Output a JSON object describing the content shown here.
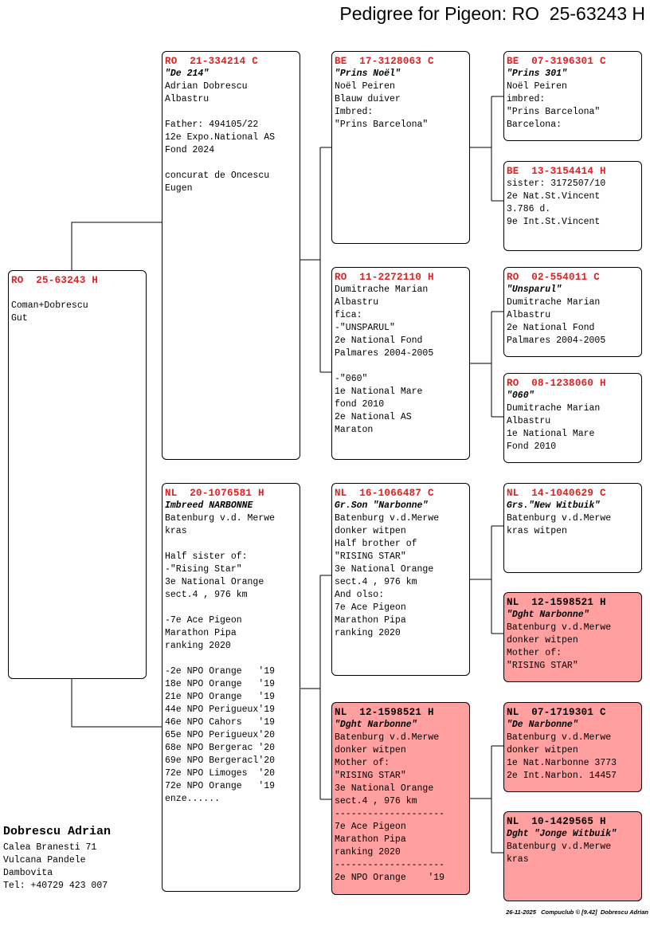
{
  "header": {
    "title": "Pedigree for Pigeon: RO  25-63243 H"
  },
  "birds": {
    "subject": {
      "ring": "RO  25-63243 H",
      "name": "",
      "lines": [
        "",
        "Coman+Dobrescu",
        "Gut"
      ]
    },
    "sire": {
      "ring": "RO  21-334214 C",
      "name": "\"De 214\"",
      "lines": [
        "Adrian Dobrescu",
        "Albastru",
        "",
        "Father: 494105/22",
        "12e Expo.National AS",
        "Fond 2024",
        "",
        "concurat de Oncescu",
        "Eugen"
      ]
    },
    "dam": {
      "ring": "NL  20-1076581 H",
      "name": "Imbreed NARBONNE",
      "lines": [
        "Batenburg v.d. Merwe",
        "kras",
        "",
        "Half sister of:",
        "-\"Rising Star\"",
        "3e National Orange",
        "sect.4 , 976 km",
        "",
        "-7e Ace Pigeon",
        "Marathon Pipa",
        "ranking 2020",
        "",
        "-2e NPO Orange   '19",
        "18e NPO Orange   '19",
        "21e NPO Orange   '19",
        "44e NPO Perigueux'19",
        "46e NPO Cahors   '19",
        "65e NPO Perigueux'20",
        "68e NPO Bergerac '20",
        "69e NPO Bergeracl'20",
        "72e NPO Limoges  '20",
        "72e NPO Orange   '19",
        "enze......"
      ]
    },
    "ss": {
      "ring": "BE  17-3128063 C",
      "name": "\"Prins Noël\"",
      "lines": [
        "Noël Peiren",
        "Blauw duiver",
        "Imbred:",
        "\"Prins Barcelona\""
      ]
    },
    "sd": {
      "ring": "RO  11-2272110 H",
      "name": "",
      "lines": [
        "Dumitrache Marian",
        "Albastru",
        "fica:",
        "-\"UNSPARUL\"",
        "2e National Fond",
        "Palmares 2004-2005",
        "",
        "-\"060\"",
        "1e National Mare",
        "fond 2010",
        "2e National AS",
        "Maraton"
      ]
    },
    "ds": {
      "ring": "NL  16-1066487 C",
      "name": "Gr.Son \"Narbonne\"",
      "lines": [
        "Batenburg v.d.Merwe",
        "donker witpen",
        "Half brother of",
        "\"RISING STAR\"",
        "3e National Orange",
        "sect.4 , 976 km",
        "And olso:",
        "7e Ace Pigeon",
        "Marathon Pipa",
        "ranking 2020"
      ]
    },
    "dd": {
      "ring": "NL  12-1598521 H",
      "name": "\"Dght Narbonne\"",
      "lines": [
        "Batenburg v.d.Merwe",
        "donker witpen",
        "Mother of:",
        "\"RISING STAR\"",
        "3e National Orange",
        "sect.4 , 976 km",
        "--------------------",
        "7e Ace Pigeon",
        "Marathon Pipa",
        "ranking 2020",
        "--------------------",
        "2e NPO Orange    '19"
      ]
    },
    "sss": {
      "ring": "BE  07-3196301 C",
      "name": "\"Prins 301\"",
      "lines": [
        "Noël Peiren",
        "imbred:",
        "\"Prins Barcelona\"",
        "Barcelona:"
      ]
    },
    "ssd": {
      "ring": "BE  13-3154414 H",
      "name": "",
      "lines": [
        "sister: 3172507/10",
        "2e Nat.St.Vincent",
        "3.786 d.",
        "9e Int.St.Vincent"
      ]
    },
    "sds": {
      "ring": "RO  02-554011 C",
      "name": "\"Unsparul\"",
      "lines": [
        "Dumitrache Marian",
        "Albastru",
        "2e National Fond",
        "Palmares 2004-2005"
      ]
    },
    "sdd": {
      "ring": "RO  08-1238060 H",
      "name": "\"060\"",
      "lines": [
        "Dumitrache Marian",
        "Albastru",
        "1e National Mare",
        "Fond 2010"
      ]
    },
    "dss": {
      "ring": "NL  14-1040629 C",
      "name": "Grs.\"New Witbuik\"",
      "lines": [
        "Batenburg v.d.Merwe",
        "kras witpen"
      ]
    },
    "dsd": {
      "ring": "NL  12-1598521 H",
      "name": "\"Dght Narbonne\"",
      "lines": [
        "Batenburg v.d.Merwe",
        "donker witpen",
        "Mother of:",
        "\"RISING STAR\""
      ]
    },
    "dds": {
      "ring": "NL  07-1719301 C",
      "name": "\"De Narbonne\"",
      "lines": [
        "Batenburg v.d.Merwe",
        "donker witpen",
        "1e Nat.Narbonne 3773",
        "2e Int.Narbon. 14457"
      ]
    },
    "ddd": {
      "ring": "NL  10-1429565 H",
      "name": "Dght \"Jonge Witbuik\"",
      "lines": [
        "Batenburg v.d.Merwe",
        "kras"
      ]
    }
  },
  "owner": {
    "name": "Dobrescu Adrian",
    "address": [
      "Calea Branesti 71",
      "Vulcana Pandele",
      "Dambovita",
      "Tel: +40729 423 007"
    ]
  },
  "footer": {
    "text": "26-11-2025   Compuclub © [9.42]  Dobrescu Adrian"
  },
  "colors": {
    "ring_red": "#e02020",
    "highlight_pink": "#ff9f9f"
  }
}
